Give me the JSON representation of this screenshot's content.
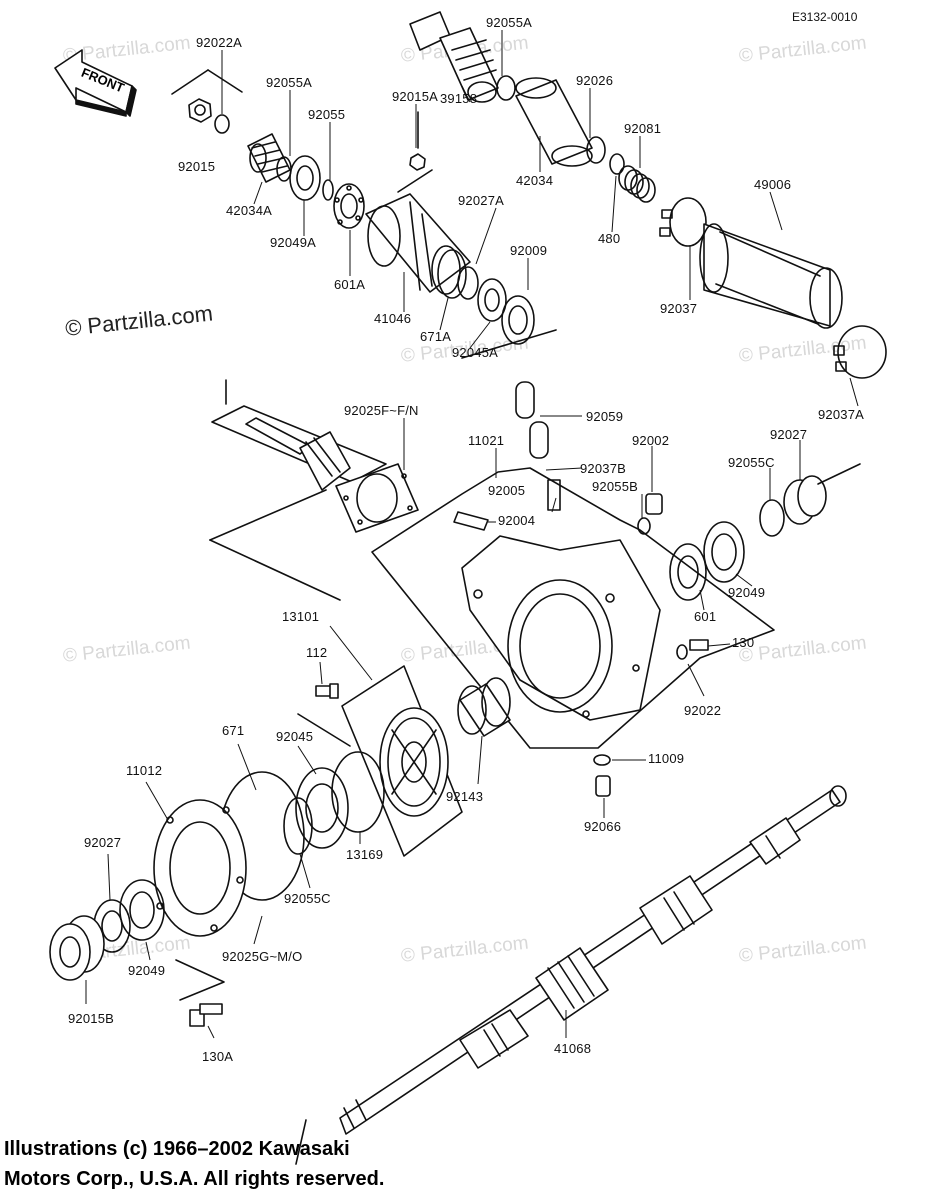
{
  "diagram": {
    "code": "E3132-0010",
    "front_label": "FRONT",
    "copyright_small": "© Partzilla.com",
    "watermark": "© Partzilla.com",
    "footer_line1": "Illustrations (c) 1966–2002 Kawasaki",
    "footer_line2": "Motors Corp., U.S.A.  All rights reserved."
  },
  "parts": [
    {
      "id": "p01",
      "label": "92022A"
    },
    {
      "id": "p02",
      "label": "92055A"
    },
    {
      "id": "p03",
      "label": "92026"
    },
    {
      "id": "p04",
      "label": "92055A"
    },
    {
      "id": "p05",
      "label": "92055"
    },
    {
      "id": "p06",
      "label": "92015A"
    },
    {
      "id": "p07",
      "label": "39158"
    },
    {
      "id": "p08",
      "label": "92081"
    },
    {
      "id": "p09",
      "label": "92015"
    },
    {
      "id": "p10",
      "label": "42034"
    },
    {
      "id": "p11",
      "label": "42034A"
    },
    {
      "id": "p12",
      "label": "49006"
    },
    {
      "id": "p13",
      "label": "92027A"
    },
    {
      "id": "p14",
      "label": "92049A"
    },
    {
      "id": "p15",
      "label": "480"
    },
    {
      "id": "p16",
      "label": "92009"
    },
    {
      "id": "p17",
      "label": "601A"
    },
    {
      "id": "p18",
      "label": "92037"
    },
    {
      "id": "p19",
      "label": "41046"
    },
    {
      "id": "p20",
      "label": "671A"
    },
    {
      "id": "p21",
      "label": "92045A"
    },
    {
      "id": "p22",
      "label": "92037A"
    },
    {
      "id": "p23",
      "label": "92025F~F/N"
    },
    {
      "id": "p24",
      "label": "92059"
    },
    {
      "id": "p25",
      "label": "11021"
    },
    {
      "id": "p26",
      "label": "92002"
    },
    {
      "id": "p27",
      "label": "92027"
    },
    {
      "id": "p28",
      "label": "92037B"
    },
    {
      "id": "p29",
      "label": "92055C"
    },
    {
      "id": "p30",
      "label": "92005"
    },
    {
      "id": "p31",
      "label": "92055B"
    },
    {
      "id": "p32",
      "label": "92004"
    },
    {
      "id": "p33",
      "label": "601"
    },
    {
      "id": "p34",
      "label": "92049"
    },
    {
      "id": "p35",
      "label": "13101"
    },
    {
      "id": "p36",
      "label": "130"
    },
    {
      "id": "p37",
      "label": "112"
    },
    {
      "id": "p38",
      "label": "92022"
    },
    {
      "id": "p39",
      "label": "671"
    },
    {
      "id": "p40",
      "label": "92045"
    },
    {
      "id": "p41",
      "label": "11009"
    },
    {
      "id": "p42",
      "label": "11012"
    },
    {
      "id": "p43",
      "label": "92143"
    },
    {
      "id": "p44",
      "label": "92066"
    },
    {
      "id": "p45",
      "label": "92027"
    },
    {
      "id": "p46",
      "label": "13169"
    },
    {
      "id": "p47",
      "label": "92055C"
    },
    {
      "id": "p48",
      "label": "92025G~M/O"
    },
    {
      "id": "p49",
      "label": "92049"
    },
    {
      "id": "p50",
      "label": "92015B"
    },
    {
      "id": "p51",
      "label": "41068"
    },
    {
      "id": "p52",
      "label": "130A"
    }
  ]
}
